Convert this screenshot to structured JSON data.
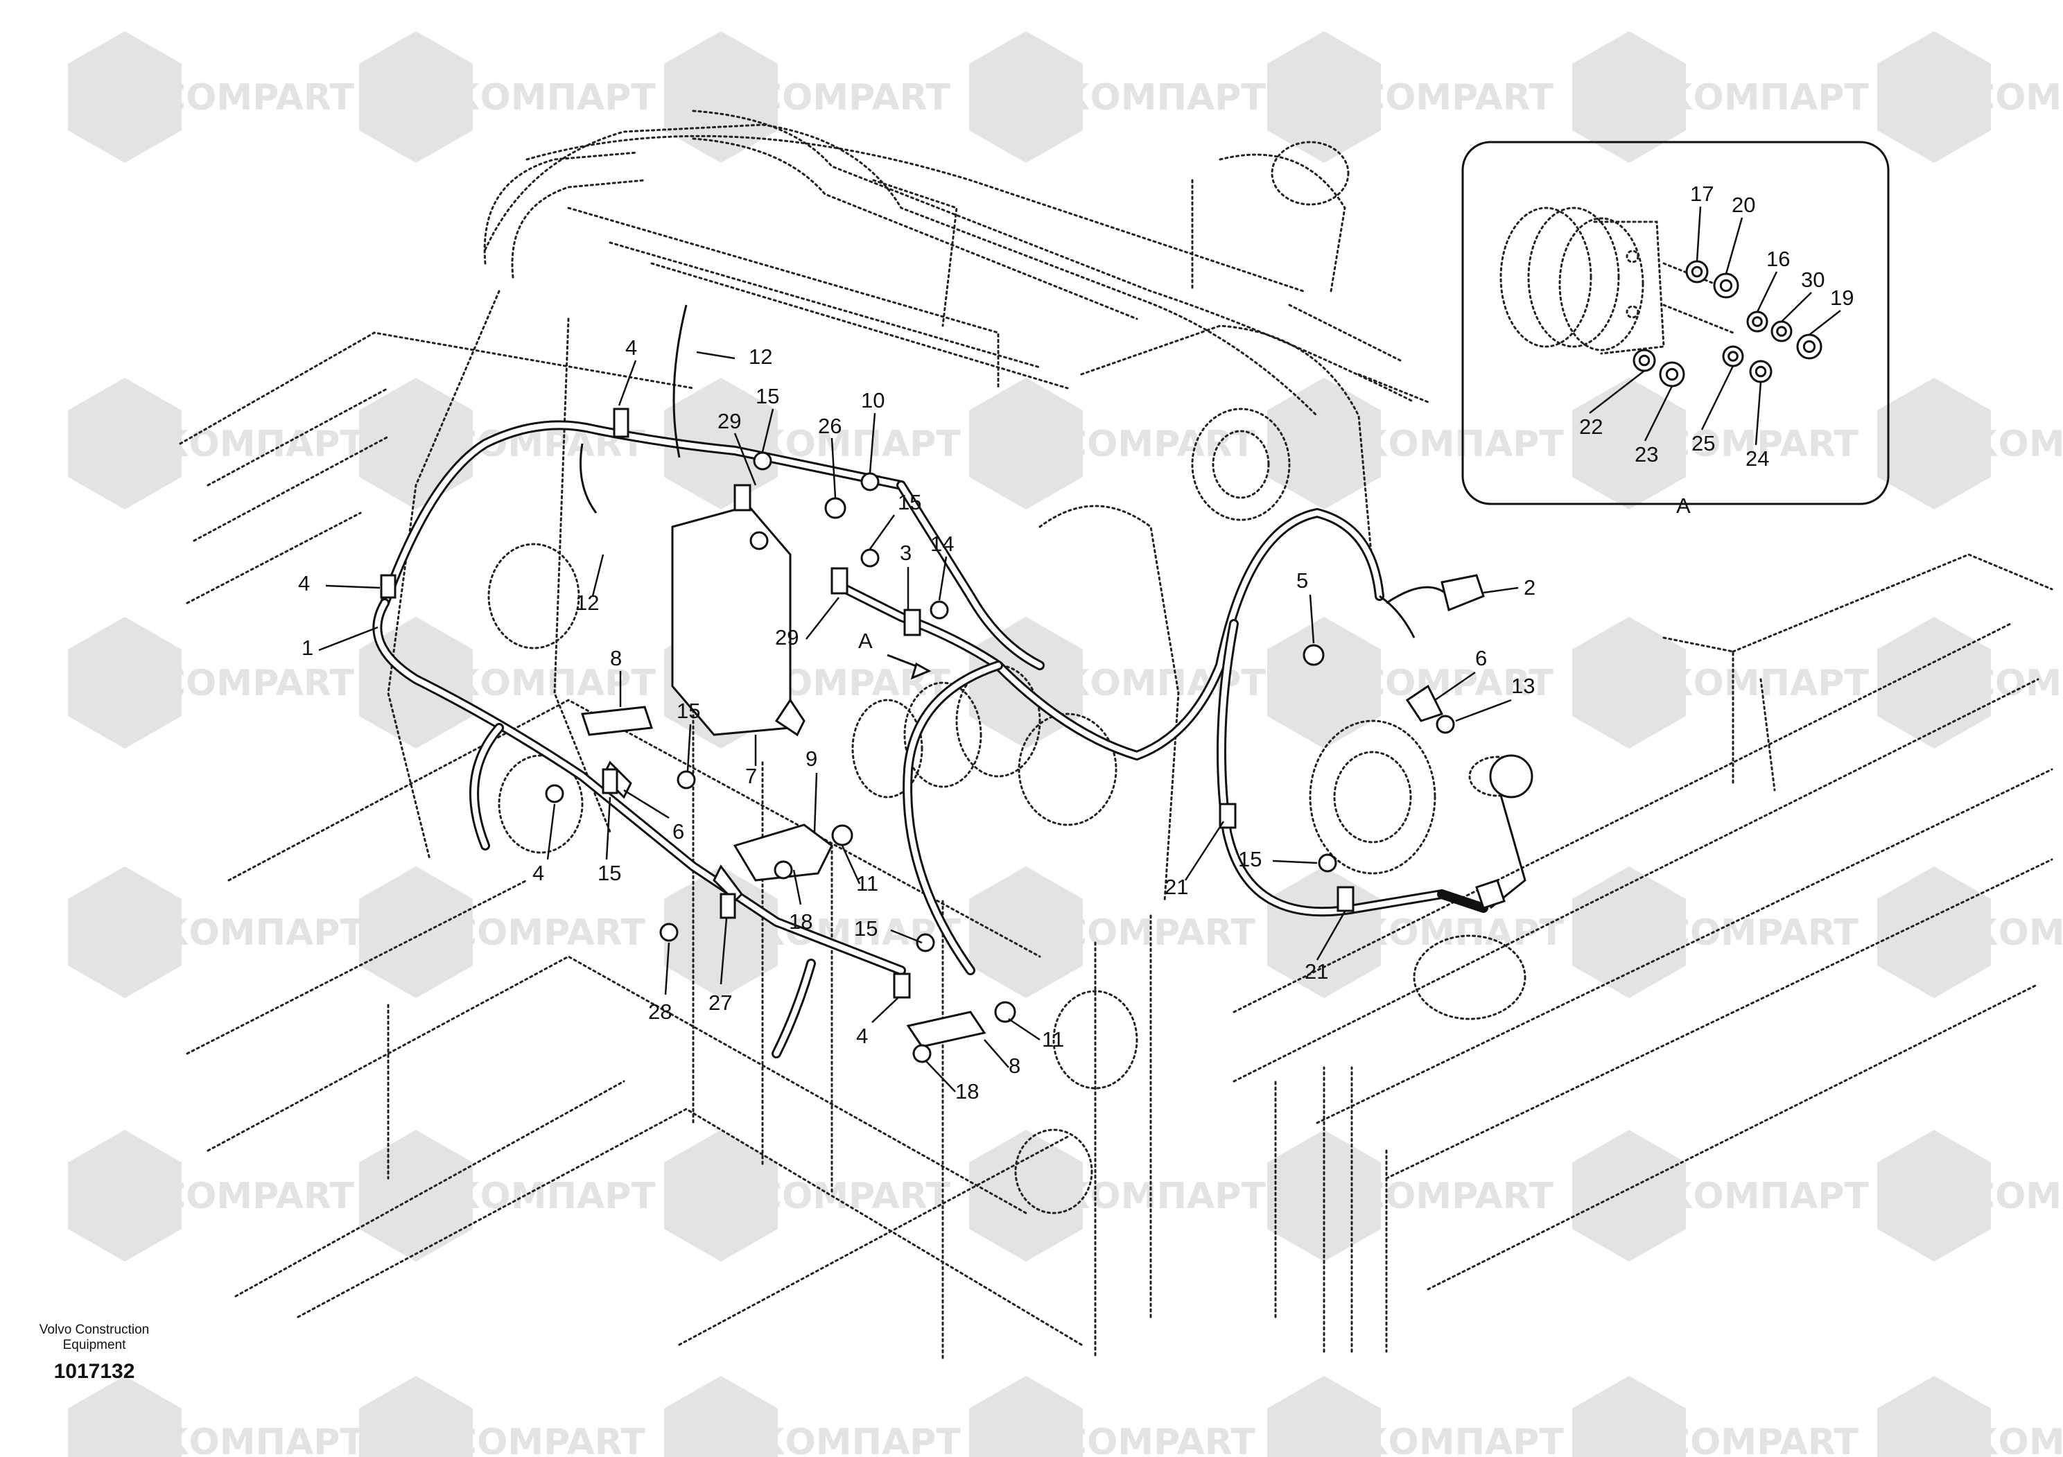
{
  "watermark": {
    "latin": "COMPART",
    "cyrillic": "КОМПАРТ",
    "color": "#e3e3e3"
  },
  "footer": {
    "company_line1": "Volvo Construction",
    "company_line2": "Equipment",
    "drawing_number": "1017132"
  },
  "detail_view": {
    "label": "A",
    "parts": [
      "17",
      "20",
      "16",
      "30",
      "19",
      "22",
      "23",
      "25",
      "24"
    ]
  },
  "view_arrow_label": "A",
  "callouts": [
    "12",
    "4",
    "15",
    "29",
    "26",
    "10",
    "15",
    "12",
    "4",
    "1",
    "14",
    "3",
    "29",
    "7",
    "8",
    "15",
    "6",
    "9",
    "11",
    "18",
    "15",
    "4",
    "15",
    "28",
    "27",
    "4",
    "11",
    "8",
    "18",
    "5",
    "2",
    "6",
    "13",
    "21",
    "15",
    "21"
  ]
}
